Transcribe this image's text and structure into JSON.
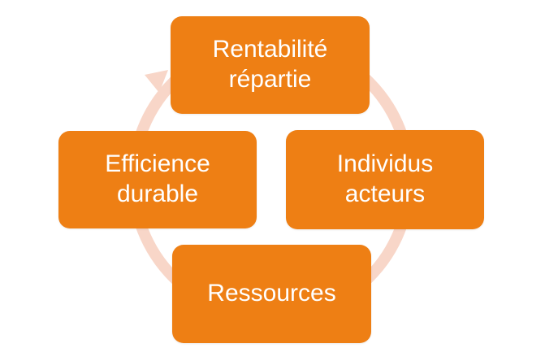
{
  "diagram": {
    "type": "cycle",
    "colors": {
      "node_fill": "#ee7f14",
      "node_text": "#ffffff",
      "ring": "#f8d6c8"
    },
    "nodes": [
      {
        "id": "top",
        "lines": [
          "Rentabilité",
          "répartie"
        ]
      },
      {
        "id": "right",
        "lines": [
          "Individus",
          "acteurs"
        ]
      },
      {
        "id": "bottom",
        "lines": [
          "Ressources"
        ]
      },
      {
        "id": "left",
        "lines": [
          "Efficience",
          "durable"
        ]
      }
    ],
    "arrow": {
      "direction": "clockwise",
      "head_icon": "arrow-head-icon"
    }
  }
}
